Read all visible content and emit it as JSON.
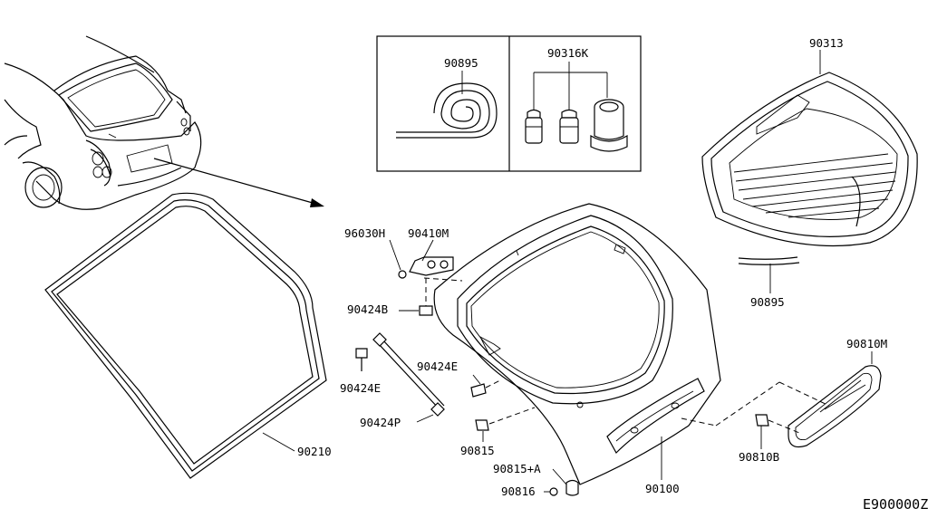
{
  "labels": {
    "seal_roll": "90895",
    "clips_kit": "90316K",
    "glass": "90313",
    "glass_molding": "90895",
    "nut": "96030H",
    "hinge": "90410M",
    "bolt_b": "90424B",
    "stay_ball_left": "90424E",
    "stay_ball_right": "90424E",
    "gas_stay": "90424P",
    "bumper_rubber": "90815",
    "bumper_rubber_a": "90815+A",
    "weatherstrip": "90210",
    "door_panel": "90100",
    "finisher": "90810M",
    "finisher_clip": "90810B",
    "grommet": "90816",
    "diagram_code": "E900000Z"
  }
}
